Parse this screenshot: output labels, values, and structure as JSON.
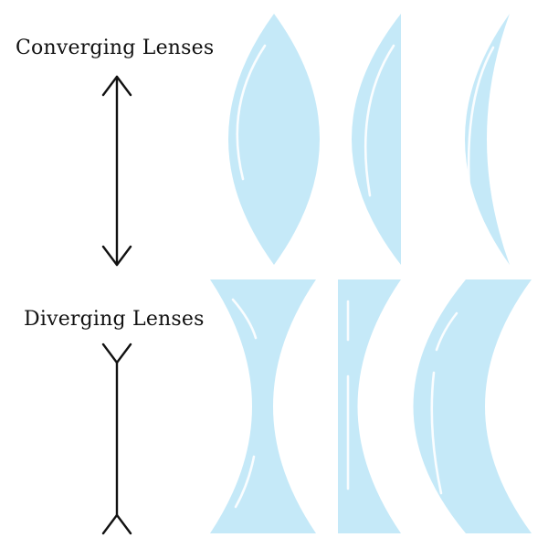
{
  "labels": {
    "converging": "Converging Lenses",
    "diverging": "Diverging Lenses"
  },
  "colors": {
    "lens_fill": "#c5e9f8",
    "lens_highlight": "#ffffff",
    "arrow_stroke": "#111111",
    "background": "#ffffff"
  },
  "groups": {
    "converging": {
      "symbol": "double-headed-arrow",
      "lenses": [
        "biconvex",
        "plano-convex",
        "positive-meniscus"
      ]
    },
    "diverging": {
      "symbol": "double-tailed-arrow",
      "lenses": [
        "biconcave",
        "plano-concave",
        "negative-meniscus"
      ]
    }
  }
}
